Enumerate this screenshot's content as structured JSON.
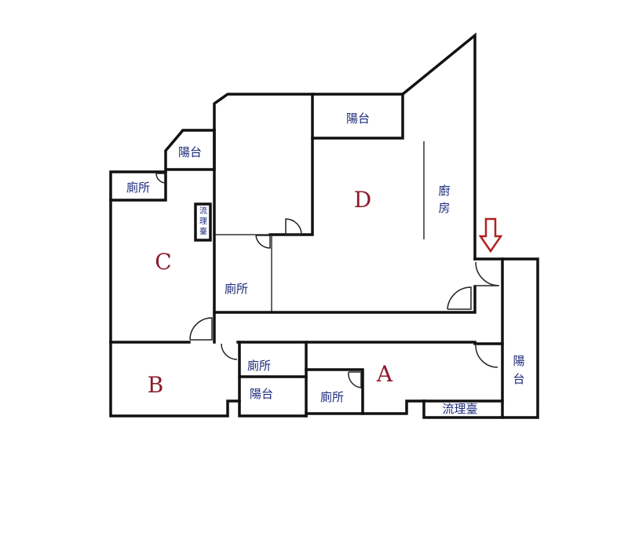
{
  "units": {
    "A": "A",
    "B": "B",
    "C": "C",
    "D": "D"
  },
  "rooms": {
    "balcony_c": "陽台",
    "toilet_c": "廁所",
    "sink_c": [
      "流",
      "理",
      "臺"
    ],
    "balcony_d": "陽台",
    "kitchen_d": [
      "廚",
      "房"
    ],
    "toilet_mid": "廁所",
    "toilet_b": "廁所",
    "balcony_b": "陽台",
    "toilet_a": "廁所",
    "sink_a": "流理臺",
    "balcony_a": [
      "陽",
      "台"
    ]
  },
  "colors": {
    "unit_label": "#8b1a2c",
    "room_label": "#1b2a7a",
    "wall": "#111111",
    "entrance_arrow": "#b02020"
  }
}
